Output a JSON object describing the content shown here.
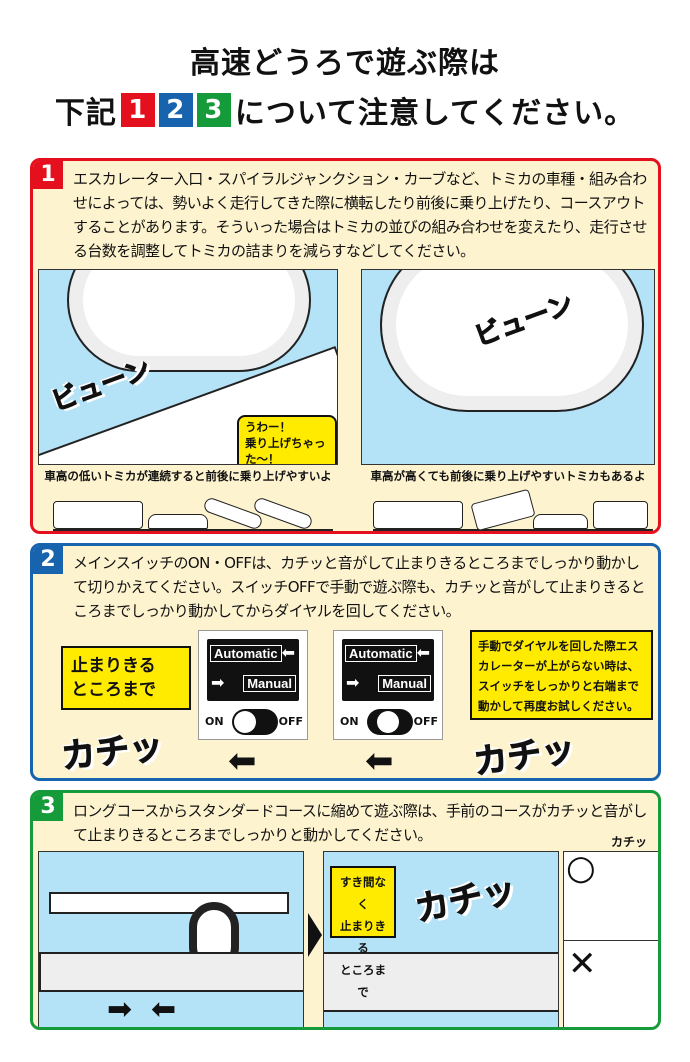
{
  "header": {
    "line1": "高速どうろで遊ぶ際は",
    "line2_prefix": "下記",
    "line2_suffix": "について注意してください。",
    "nums": [
      "1",
      "2",
      "3"
    ]
  },
  "colors": {
    "red": "#e5101d",
    "blue": "#1763ad",
    "green": "#169b3b",
    "cream": "#fdf3cf",
    "yellow": "#ffeb00",
    "sky": "#b4e2f7"
  },
  "section1": {
    "num": "1",
    "text": "エスカレーター入口・スパイラルジャンクション・カーブなど、トミカの車種・組み合わせによっては、勢いよく走行してきた際に横転したり前後に乗り上げたり、コースアウトすることがあります。そういった場合はトミカの並びの組み合わせを変えたり、走行させる台数を調整してトミカの詰まりを減らすなどしてください。",
    "sfx_left": "ビューン",
    "sfx_right": "ビューン",
    "bubble": [
      "うわー！",
      "乗り上げちゃった〜！"
    ],
    "caption_left": "車高の低いトミカが連続すると前後に乗り上げやすいよ",
    "caption_right": "車高が高くても前後に乗り上げやすいトミカもあるよ"
  },
  "section2": {
    "num": "2",
    "text": "メインスイッチのON・OFFは、カチッと音がして止まりきるところまでしっかり動かして切りかえてください。スイッチOFFで手動で遊ぶ際も、カチッと音がして止まりきるところまでしっかり動かしてからダイヤルを回してください。",
    "callout": [
      "止まりきる",
      "ところまで"
    ],
    "switch": {
      "automatic": "Automatic",
      "manual": "Manual",
      "on": "ON",
      "off": "OFF"
    },
    "note": "手動でダイヤルを回した際エスカレーターが上がらない時は、スイッチをしっかりと右端まで動かして再度お試しください。",
    "sfx": "カチッ"
  },
  "section3": {
    "num": "3",
    "text": "ロングコースからスタンダードコースに縮めて遊ぶ際は、手前のコースがカチッと音がして止まりきるところまでしっかりと動かしてください。",
    "callout": [
      "すき間なく",
      "止まりきる",
      "ところまで"
    ],
    "sfx": "カチッ",
    "sfx_small": "カチッ",
    "ok": "○",
    "ng": "✕"
  }
}
